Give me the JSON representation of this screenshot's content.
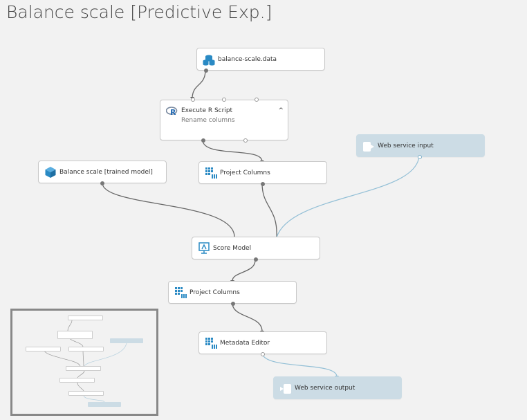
{
  "experiment": {
    "title": "Balance scale  [Predictive Exp.]"
  },
  "modules": {
    "dataset": {
      "label": "balance-scale.data",
      "icon": "dataset-icon"
    },
    "execute_r": {
      "label": "Execute R Script",
      "comment": "Rename columns",
      "icon": "r-icon",
      "collapse_glyph": "^"
    },
    "trained_model": {
      "label": "Balance scale [trained model]",
      "icon": "trained-model-icon"
    },
    "project_columns_1": {
      "label": "Project Columns",
      "icon": "project-columns-icon"
    },
    "web_service_input": {
      "label": "Web service input",
      "icon": "web-service-input-icon"
    },
    "score_model": {
      "label": "Score Model",
      "icon": "score-model-icon"
    },
    "project_columns_2": {
      "label": "Project Columns",
      "icon": "project-columns-icon"
    },
    "metadata_editor": {
      "label": "Metadata Editor",
      "icon": "metadata-editor-icon"
    },
    "web_service_output": {
      "label": "Web service output",
      "icon": "web-service-output-icon"
    }
  },
  "colors": {
    "canvas": "#f2f2f2",
    "module_bg": "#ffffff",
    "web_service_bg": "#ccdce5",
    "edge": "#666666",
    "web_service_edge": "#92bfd6",
    "icon_blue": "#2a8ac4"
  }
}
